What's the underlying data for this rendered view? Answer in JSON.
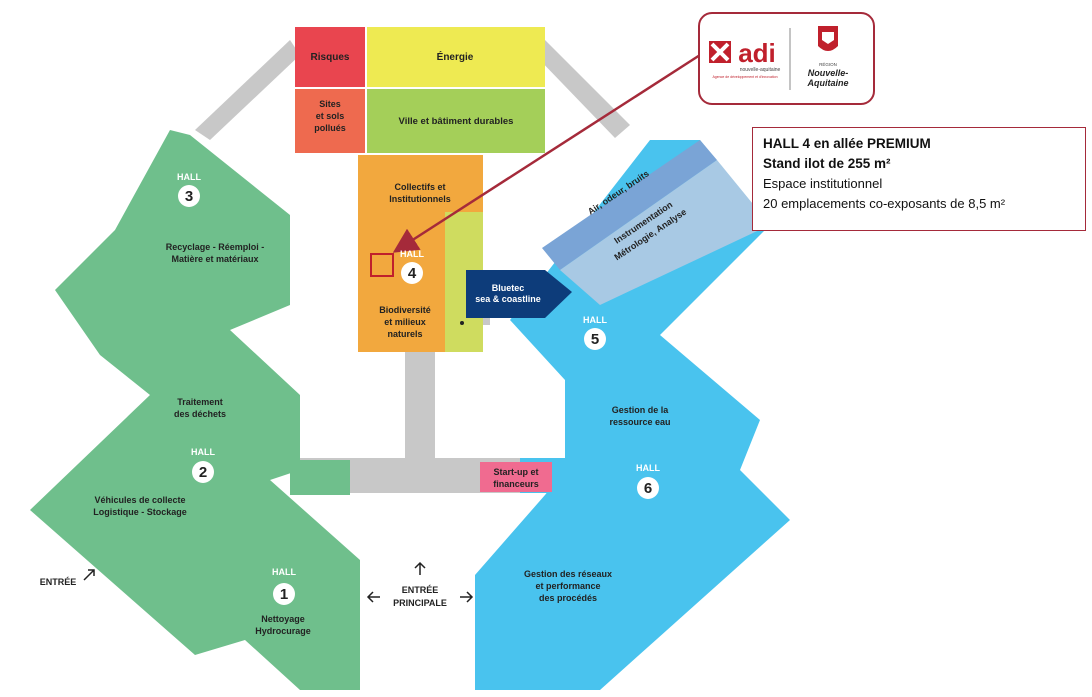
{
  "halls": {
    "word": "HALL",
    "h1": "1",
    "h2": "2",
    "h3": "3",
    "h4": "4",
    "h5": "5",
    "h6": "6"
  },
  "zones": {
    "risques": "Risques",
    "energie": "Énergie",
    "sites_1": "Sites",
    "sites_2": "et sols",
    "sites_3": "pollués",
    "ville": "Ville et bâtiment durables",
    "collectifs_1": "Collectifs et",
    "collectifs_2": "Institutionnels",
    "biodiv_1": "Biodiversité",
    "biodiv_2": "et milieux",
    "biodiv_3": "naturels",
    "recyclage_1": "Recyclage - Réemploi -",
    "recyclage_2": "Matière et matériaux",
    "traitement_1": "Traitement",
    "traitement_2": "des déchets",
    "vehicules_1": "Véhicules de collecte",
    "vehicules_2": "Logistique - Stockage",
    "nettoyage_1": "Nettoyage",
    "nettoyage_2": "Hydrocurage",
    "air": "Air, odeur, bruits",
    "instru_1": "Instrumentation",
    "instru_2": "Métrologie, Analyse",
    "bluetec_1": "Bluetec",
    "bluetec_2": "sea & coastline",
    "gestion_eau_1": "Gestion de la",
    "gestion_eau_2": "ressource eau",
    "startup_1": "Start-up et",
    "startup_2": "financeurs",
    "reseaux_1": "Gestion des réseaux",
    "reseaux_2": "et performance",
    "reseaux_3": "des procédés",
    "entree": "ENTRÉE",
    "entree_p1": "ENTRÉE",
    "entree_p2": "PRINCIPALE"
  },
  "logo": {
    "adi": "adi",
    "adi_sub1": "nouvelle-aquitaine",
    "adi_sub2": "Agence de développement et d'innovation",
    "region_small": "RÉGION",
    "region_1": "Nouvelle-",
    "region_2": "Aquitaine"
  },
  "info": {
    "line1": "HALL 4 en allée PREMIUM",
    "line2": "Stand ilot de 255 m²",
    "line3": "Espace institutionnel",
    "line4": "20 emplacements co-exposants de 8,5 m²"
  },
  "colors": {
    "green": "#6fbf8c",
    "blue": "#49c3ee",
    "orange": "#f2a83e",
    "yellow": "#eeea52",
    "lime": "#a4cf59",
    "red": "#e9454f",
    "corridor": "#c8c8c8",
    "accent": "#a52a3a"
  }
}
